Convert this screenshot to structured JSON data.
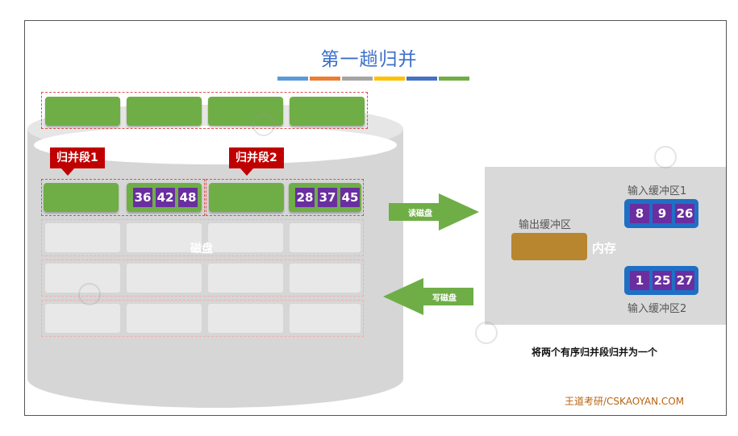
{
  "title": "第一趟归并",
  "title_bar_colors": [
    "#5b9bd5",
    "#ed7d31",
    "#a5a5a5",
    "#ffc000",
    "#4472c4",
    "#70ad47"
  ],
  "disk": {
    "label": "磁盘",
    "segment1_label": "归并段1",
    "segment2_label": "归并段2",
    "segment1_values": [
      "36",
      "42",
      "48"
    ],
    "segment2_values": [
      "28",
      "37",
      "45"
    ]
  },
  "arrows": {
    "read_label": "读磁盘",
    "write_label": "写磁盘"
  },
  "memory": {
    "label": "内存",
    "output_buffer_label": "输出缓冲区",
    "input_buffer1_label": "输入缓冲区1",
    "input_buffer2_label": "输入缓冲区2",
    "input_buffer1_values": [
      "8",
      "9",
      "26"
    ],
    "input_buffer2_values": [
      "1",
      "25",
      "27"
    ]
  },
  "caption": "将两个有序归并段归并为一个",
  "footer": "王道考研/CSKAOYAN.COM",
  "colors": {
    "green": "#6fae46",
    "purple": "#6a2ea0",
    "buffer_blue": "#1f6fc5",
    "output_brown": "#b8862f",
    "tag_red": "#c00000",
    "memory_bg": "#d9d9d9",
    "arrow_green": "#6fae46"
  }
}
